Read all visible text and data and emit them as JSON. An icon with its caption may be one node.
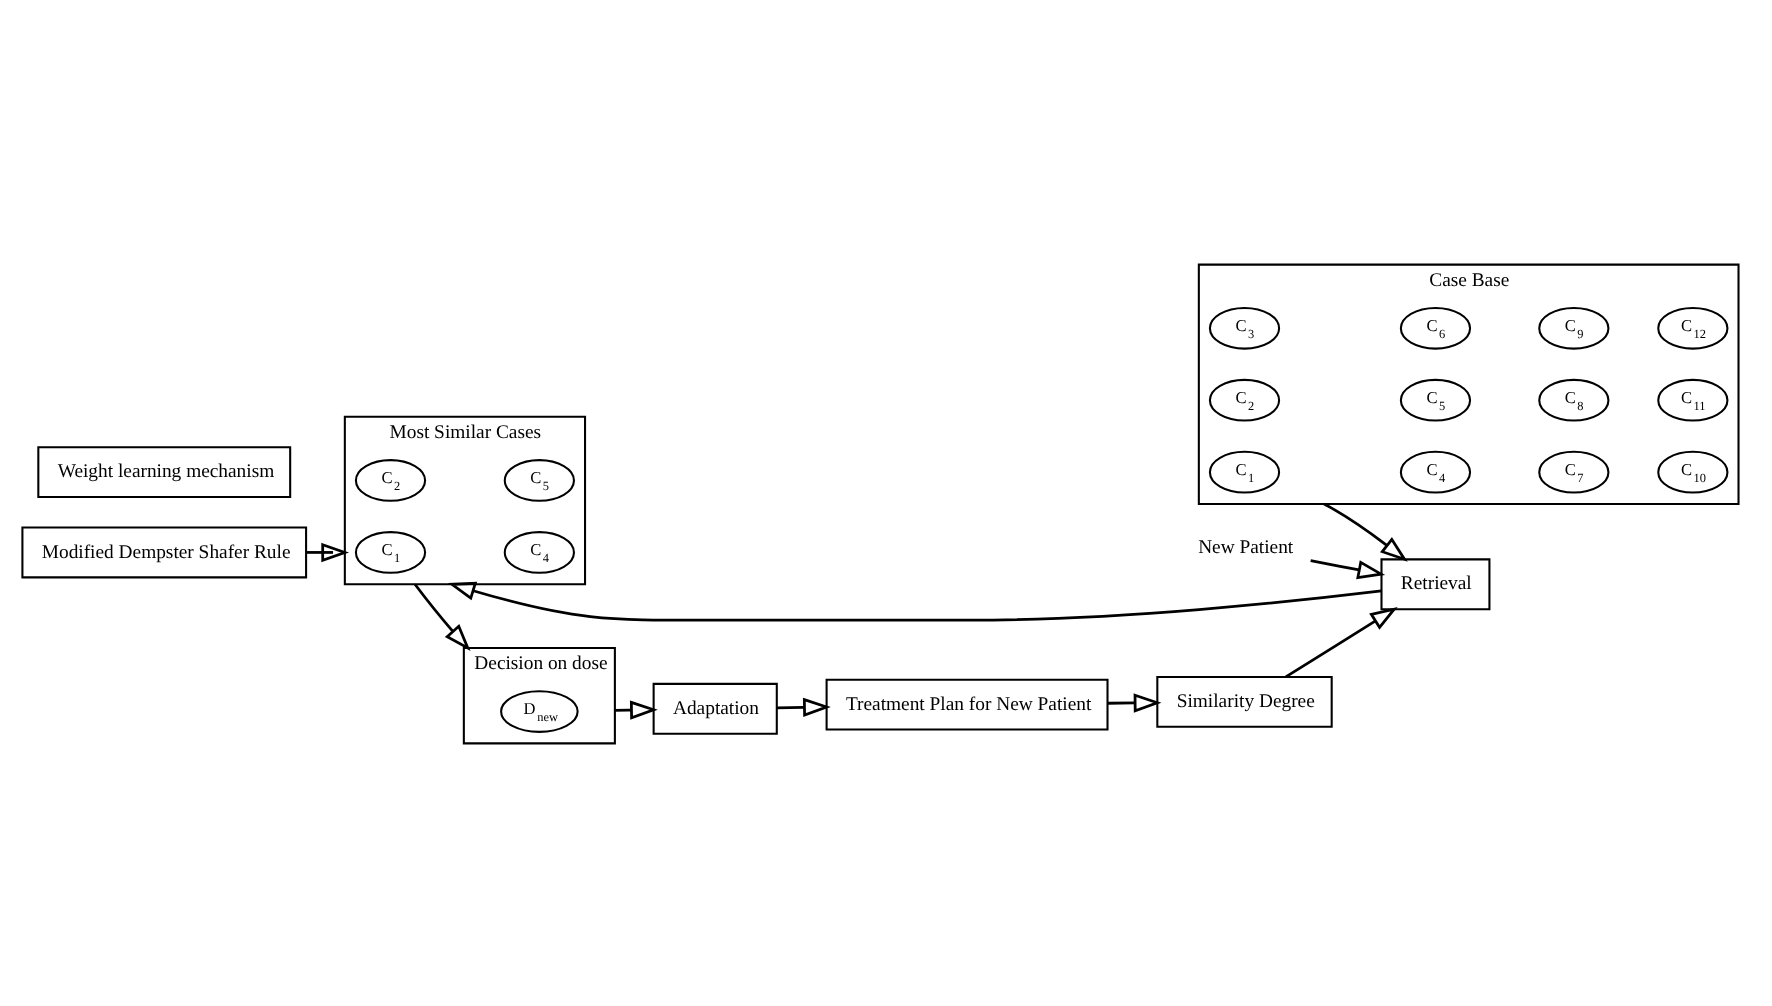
{
  "diagram": {
    "nodes": [
      {
        "text": [
          "Case Base"
        ]
      },
      {
        "text": [
          "C$_{1}$"
        ],
        "in": 0
      },
      {
        "text": [
          "C$_{2}$"
        ],
        "in": 0
      },
      {
        "text": [
          "C$_{3}$"
        ],
        "in": 0
      },
      {
        "text": [
          "C$_{4}$"
        ],
        "in": 0
      },
      {
        "text": [
          "C$_{5}$"
        ],
        "in": 0
      },
      {
        "text": [
          "C$_{6}$"
        ],
        "in": 0
      },
      {
        "text": [
          "C$_{7}$"
        ],
        "in": 0
      },
      {
        "text": [
          "C$_{8}$"
        ],
        "in": 0
      },
      {
        "text": [
          "C$_{9}$"
        ],
        "in": 0
      },
      {
        "text": [
          "C$_{10}$"
        ],
        "in": 0
      },
      {
        "text": [
          "C$_{11}$"
        ],
        "in": 0
      },
      {
        "text": [
          "C$_{12}$"
        ],
        "in": 0
      },
      {
        "text": [
          "New Patient"
        ]
      },
      {
        "text": [
          "Retrieval"
        ]
      },
      {
        "text": [
          "Most Similar Cases"
        ]
      },
      {
        "text": [
          "C$_{1}$"
        ],
        "in": 15
      },
      {
        "text": [
          "C$_{2}$"
        ],
        "in": 15
      },
      {
        "text": [
          "C$_{4}$"
        ],
        "in": 15
      },
      {
        "text": [
          "C$_{5}$"
        ],
        "in": 15
      },
      {
        "text": [
          "Decision on dose"
        ]
      },
      {
        "text": [
          "D$_{new}$"
        ],
        "in": 20
      },
      {
        "text": [
          "Similarity Degree"
        ]
      },
      {
        "text": [
          "Adaptation"
        ]
      },
      {
        "text": [
          "Modified Dempster Shafer Rule"
        ]
      },
      {
        "text": [
          "Weight learning mechanism"
        ]
      },
      {
        "text": [
          "Treatment Plan for New Patient"
        ]
      }
    ],
    "edges": [
      {
        "from": 13,
        "to": 14,
        "arrow": "to"
      },
      {
        "from": 0,
        "to": 14,
        "arrow": "to"
      },
      {
        "from": 22,
        "to": 14,
        "arrow": "to"
      },
      {
        "from": 14,
        "to": 15,
        "arrow": "to"
      },
      {
        "from": 24,
        "to": 15,
        "arrow": "to"
      },
      {
        "from": 15,
        "to": 20,
        "arrow": "to"
      },
      {
        "from": 20,
        "to": 23,
        "arrow": "to"
      },
      {
        "from": 23,
        "to": 26,
        "arrow": "to"
      },
      {
        "from": 26,
        "to": 22,
        "arrow": "to"
      }
    ]
  }
}
